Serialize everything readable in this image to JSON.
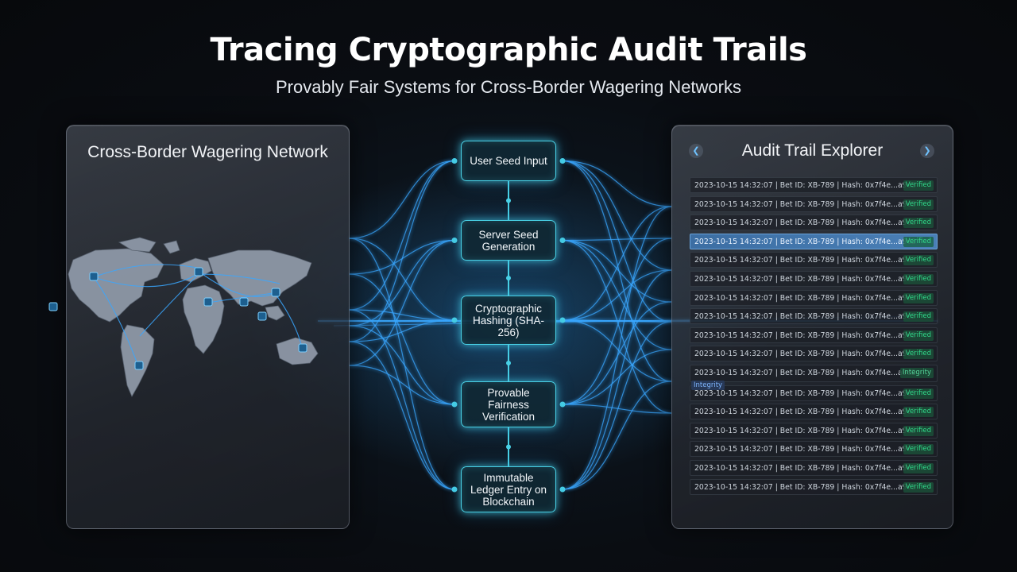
{
  "header": {
    "title": "Tracing Cryptographic Audit Trails",
    "subtitle": "Provably Fair Systems for Cross-Border Wagering Networks"
  },
  "network_panel": {
    "title": "Cross-Border Wagering Network",
    "map_icon": "world-map-with-lock-icons"
  },
  "flow": {
    "steps": [
      {
        "label": "User Seed Input"
      },
      {
        "label": "Server Seed Generation"
      },
      {
        "label": "Cryptographic Hashing (SHA-256)"
      },
      {
        "label": "Provable Fairness Verification"
      },
      {
        "label": "Immutable Ledger Entry on Blockchain"
      }
    ]
  },
  "audit_panel": {
    "title": "Audit Trail Explorer",
    "prev_icon": "chevron-left-icon",
    "next_icon": "chevron-right-icon",
    "entries": [
      {
        "text": "2023-10-15 14:32:07 | Bet ID: XB-789 | Hash: 0x7f4e...a9c2",
        "status": "Verified"
      },
      {
        "text": "2023-10-15 14:32:07 | Bet ID: XB-789 | Hash: 0x7f4e...a9c2",
        "status": "Verified"
      },
      {
        "text": "2023-10-15 14:32:07 | Bet ID: XB-789 | Hash: 0x7f4e...a9c2",
        "status": "Verified"
      },
      {
        "text": "2023-10-15 14:32:07 | Bet ID: XB-789 | Hash: 0x7f4e...a9c2",
        "status": "Verified"
      },
      {
        "text": "2023-10-15 14:32:07 | Bet ID: XB-789 | Hash: 0x7f4e...a9c2",
        "status": "Verified"
      },
      {
        "text": "2023-10-15 14:32:07 | Bet ID: XB-789 | Hash: 0x7f4e...a9c2",
        "status": "Verified"
      },
      {
        "text": "2023-10-15 14:32:07 | Bet ID: XB-789 | Hash: 0x7f4e...a9c2",
        "status": "Verified"
      },
      {
        "text": "2023-10-15 14:32:07 | Bet ID: XB-789 | Hash: 0x7f4e...a9c2",
        "status": "Verified"
      },
      {
        "text": "2023-10-15 14:32:07 | Bet ID: XB-789 | Hash: 0x7f4e...a9c2",
        "status": "Verified"
      },
      {
        "text": "2023-10-15 14:32:07 | Bet ID: XB-789 | Hash: 0x7f4e...a9c2",
        "status": "Verified"
      },
      {
        "text": "2023-10-15 14:32:07 | Bet ID: XB-789 | Hash: 0x7f4e...a9c2",
        "status": "Integrity",
        "sub": "Integrity"
      },
      {
        "text": "2023-10-15 14:32:07 | Bet ID: XB-789 | Hash: 0x7f4e...a9c2",
        "status": "Verified"
      },
      {
        "text": "2023-10-15 14:32:07 | Bet ID: XB-789 | Hash: 0x7f4e...a9c2",
        "status": "Verified"
      },
      {
        "text": "2023-10-15 14:32:07 | Bet ID: XB-789 | Hash: 0x7f4e...a9c2",
        "status": "Verified"
      },
      {
        "text": "2023-10-15 14:32:07 | Bet ID: XB-789 | Hash: 0x7f4e...a9c2",
        "status": "Verified"
      },
      {
        "text": "2023-10-15 14:32:07 | Bet ID: XB-789 | Hash: 0x7f4e...a9c2",
        "status": "Verified"
      },
      {
        "text": "2023-10-15 14:32:07 | Bet ID: XB-789 | Hash: 0x7f4e...a9c2",
        "status": "Verified"
      }
    ],
    "highlighted_index": 3
  },
  "colors": {
    "accent": "#49d1e6",
    "flow_line": "#3aa7ff",
    "verified": "#31d98a",
    "highlight_row": "#4a7fb6"
  }
}
